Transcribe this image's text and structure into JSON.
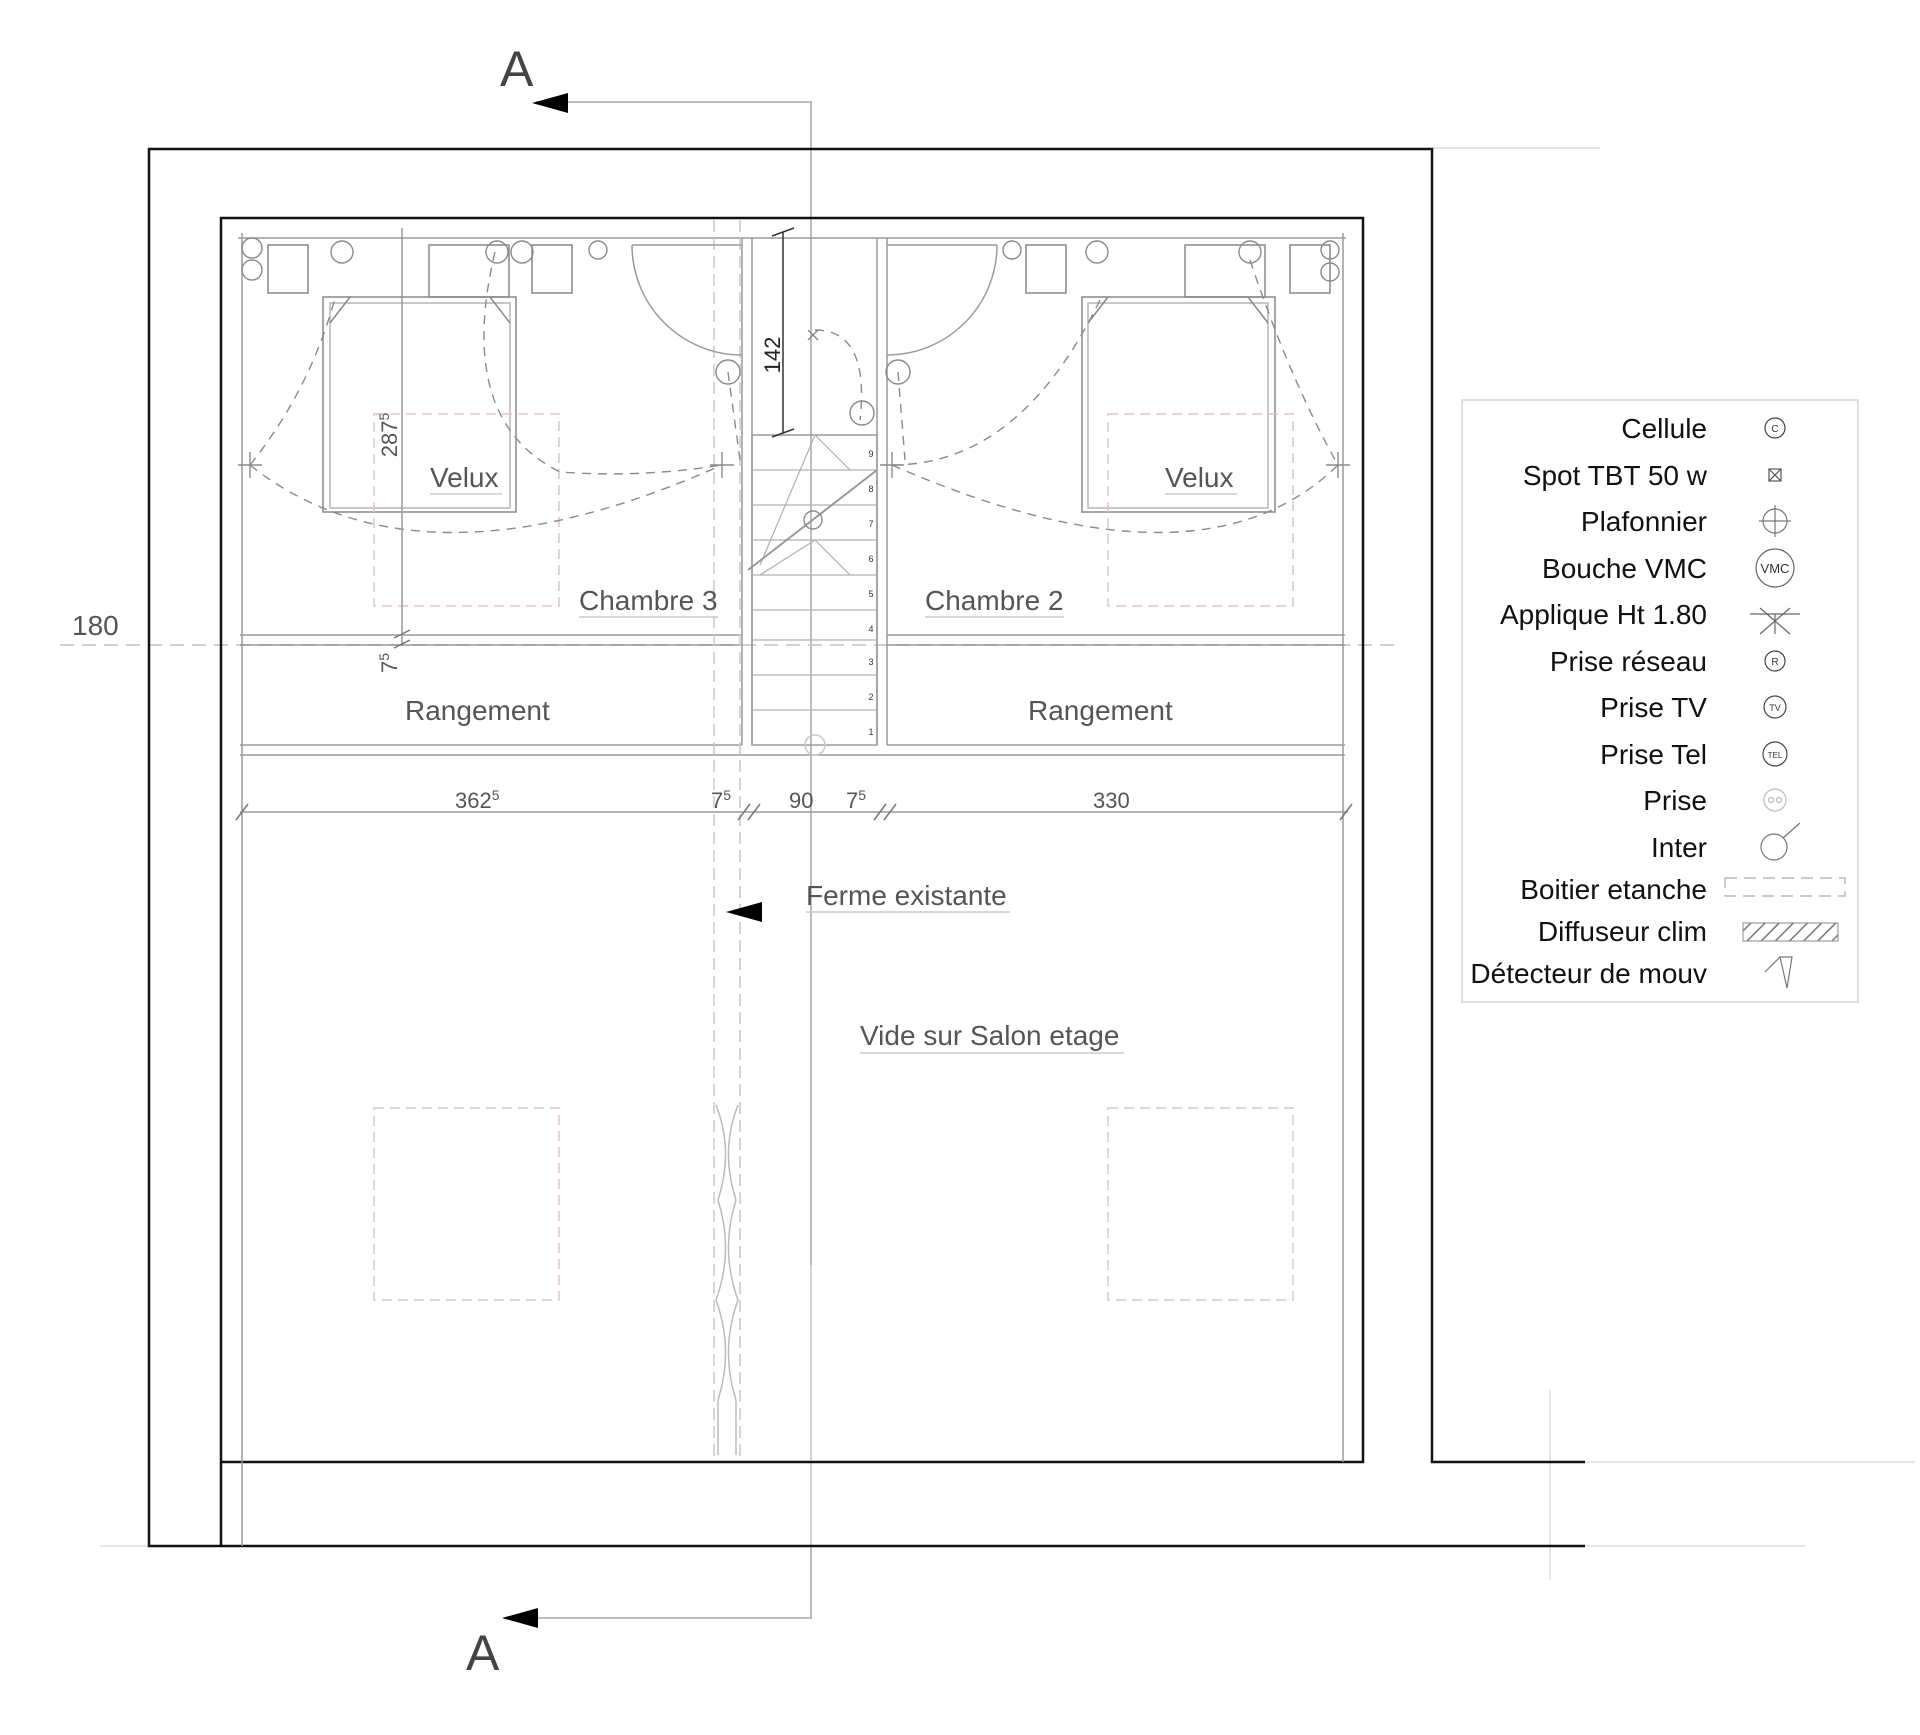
{
  "section_markers": {
    "top": "A",
    "bottom": "A"
  },
  "level_mark": "180",
  "rooms": {
    "velux_left": "Velux",
    "velux_right": "Velux",
    "chambre3": "Chambre 3",
    "chambre2": "Chambre 2",
    "rangement_left": "Rangement",
    "rangement_right": "Rangement",
    "ferme": "Ferme existante",
    "vide": "Vide sur Salon etage"
  },
  "dimensions": {
    "stair_top": "142",
    "bed_depth": {
      "base": "287",
      "sup": "5"
    },
    "small": {
      "base": "7",
      "sup": "5"
    },
    "chain": [
      {
        "base": "362",
        "sup": "5"
      },
      {
        "base": "7",
        "sup": "5"
      },
      {
        "base": "90",
        "sup": ""
      },
      {
        "base": "7",
        "sup": "5"
      },
      {
        "base": "330",
        "sup": ""
      }
    ]
  },
  "stair_steps": [
    "1",
    "2",
    "3",
    "4",
    "5",
    "6",
    "7",
    "8",
    "9"
  ],
  "legend": {
    "items": [
      {
        "label": "Cellule",
        "symbol": "cellule-icon",
        "glyph": "C"
      },
      {
        "label": "Spot TBT 50 w",
        "symbol": "spot-icon",
        "glyph": ""
      },
      {
        "label": "Plafonnier",
        "symbol": "plafonnier-icon",
        "glyph": ""
      },
      {
        "label": "Bouche VMC",
        "symbol": "vmc-icon",
        "glyph": "VMC"
      },
      {
        "label": "Applique Ht 1.80",
        "symbol": "applique-icon",
        "glyph": ""
      },
      {
        "label": "Prise réseau",
        "symbol": "prise-reseau-icon",
        "glyph": "R"
      },
      {
        "label": "Prise TV",
        "symbol": "prise-tv-icon",
        "glyph": "TV"
      },
      {
        "label": "Prise Tel",
        "symbol": "prise-tel-icon",
        "glyph": "TEL"
      },
      {
        "label": "Prise",
        "symbol": "prise-icon",
        "glyph": ""
      },
      {
        "label": "Inter",
        "symbol": "inter-icon",
        "glyph": ""
      },
      {
        "label": "Boitier etanche",
        "symbol": "boitier-icon",
        "glyph": ""
      },
      {
        "label": "Diffuseur clim",
        "symbol": "diffuseur-icon",
        "glyph": ""
      },
      {
        "label": "Détecteur de mouv",
        "symbol": "detecteur-icon",
        "glyph": ""
      }
    ]
  },
  "colors": {
    "wall": "#111111",
    "line": "#9a9a9a",
    "light": "#c8c8c8",
    "dashed_pink": "#e2c4c4",
    "arrow": "#000000"
  }
}
